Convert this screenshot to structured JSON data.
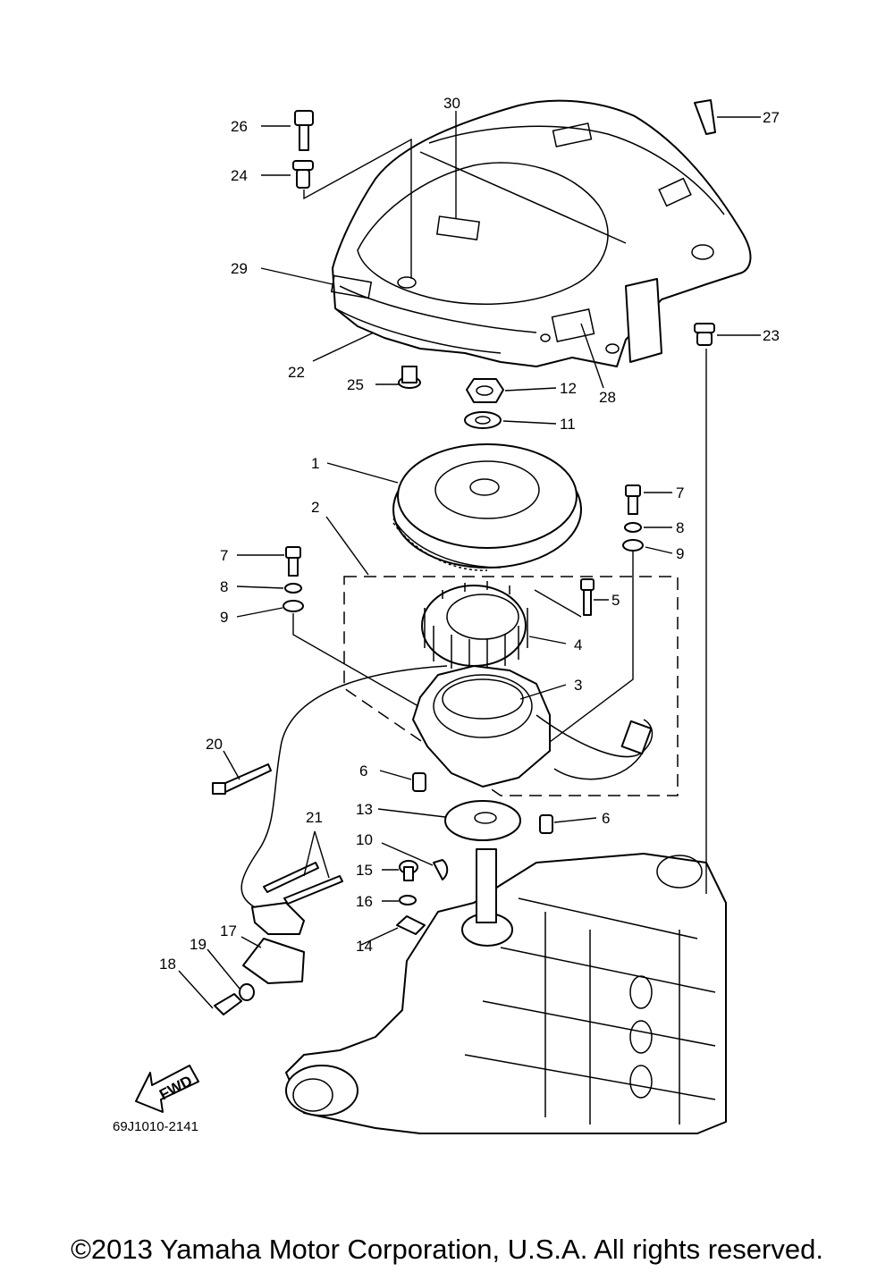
{
  "callouts": [
    {
      "id": "26",
      "text": "26"
    },
    {
      "id": "30",
      "text": "30"
    },
    {
      "id": "27",
      "text": "27"
    },
    {
      "id": "24",
      "text": "24"
    },
    {
      "id": "29",
      "text": "29"
    },
    {
      "id": "23",
      "text": "23"
    },
    {
      "id": "22",
      "text": "22"
    },
    {
      "id": "25",
      "text": "25"
    },
    {
      "id": "12",
      "text": "12"
    },
    {
      "id": "28",
      "text": "28"
    },
    {
      "id": "11",
      "text": "11"
    },
    {
      "id": "1",
      "text": "1"
    },
    {
      "id": "7a",
      "text": "7"
    },
    {
      "id": "2",
      "text": "2"
    },
    {
      "id": "8a",
      "text": "8"
    },
    {
      "id": "9a",
      "text": "9"
    },
    {
      "id": "7b",
      "text": "7"
    },
    {
      "id": "5",
      "text": "5"
    },
    {
      "id": "8b",
      "text": "8"
    },
    {
      "id": "9b",
      "text": "9"
    },
    {
      "id": "4",
      "text": "4"
    },
    {
      "id": "3",
      "text": "3"
    },
    {
      "id": "20",
      "text": "20"
    },
    {
      "id": "6a",
      "text": "6"
    },
    {
      "id": "13",
      "text": "13"
    },
    {
      "id": "21",
      "text": "21"
    },
    {
      "id": "6b",
      "text": "6"
    },
    {
      "id": "10",
      "text": "10"
    },
    {
      "id": "15",
      "text": "15"
    },
    {
      "id": "16",
      "text": "16"
    },
    {
      "id": "17",
      "text": "17"
    },
    {
      "id": "14",
      "text": "14"
    },
    {
      "id": "19",
      "text": "19"
    },
    {
      "id": "18",
      "text": "18"
    }
  ],
  "fwd_label": "FWD",
  "diagram_code": "69J1010-2141",
  "copyright": "©2013 Yamaha Motor Corporation, U.S.A. All rights reserved."
}
